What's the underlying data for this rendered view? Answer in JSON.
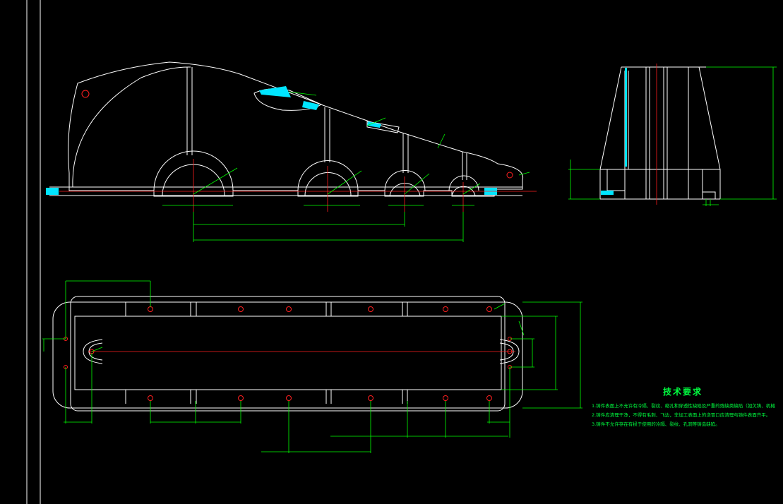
{
  "colors": {
    "background": "#000000",
    "outline": "#ffffff",
    "dimension": "#00ff00",
    "centerline": "#ff2020",
    "hatch": "#00e5ff"
  },
  "technical_requirements": {
    "title": "技术要求",
    "items": [
      "1.铸件表面上不允许有冷隔、裂纹、缩孔和穿透性缺陷及严重的残缺类缺陷（如欠铸、机械",
      "2.铸件应清理干净，不得有毛刺、飞边，非加工表面上的浇冒口应清理与铸件表面齐平。",
      "3.铸件不允许存在有损于使用的冷隔、裂纹、孔洞等铸造缺陷。"
    ]
  }
}
